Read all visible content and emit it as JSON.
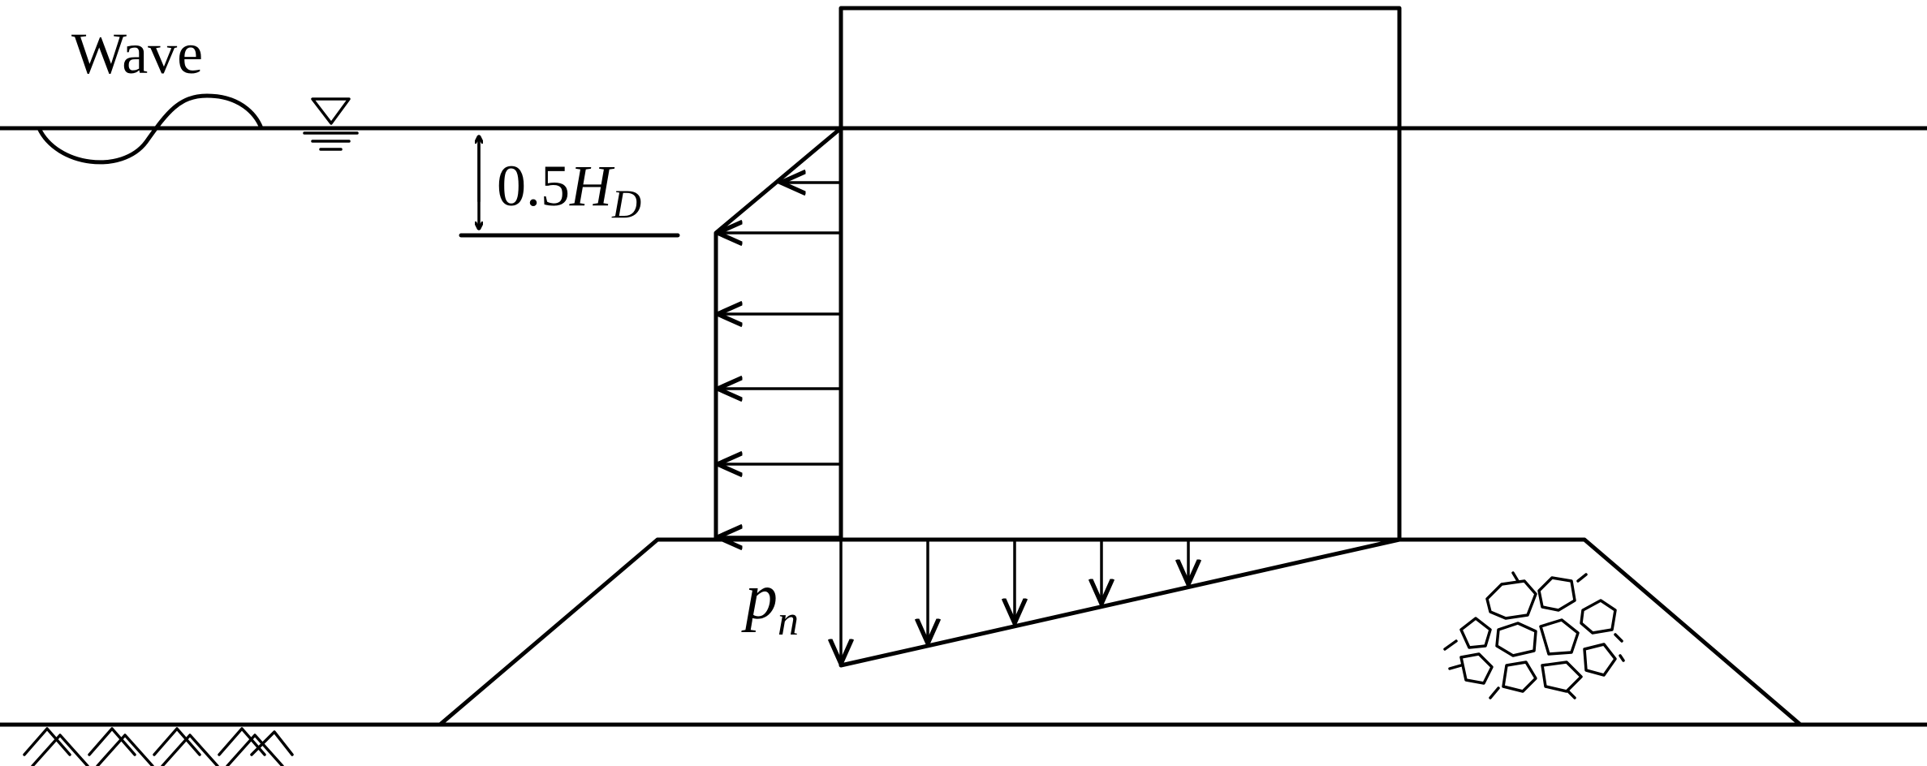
{
  "labels": {
    "wave": "Wave",
    "depth_coef": "0.5",
    "depth_symbol": "H",
    "depth_sub": "D",
    "pressure_symbol": "p",
    "pressure_sub": "n"
  }
}
